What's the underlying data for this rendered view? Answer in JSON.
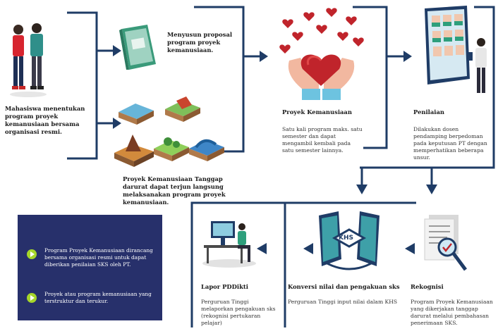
{
  "steps": {
    "student": {
      "caption": "Mahasiswa menentukan program proyek kemanusiaan bersama organisasi resmi."
    },
    "proposal": {
      "caption": "Menyusun proposal program proyek kemanusiaan."
    },
    "disaster": {
      "caption": "Proyek Kemanusiaan Tanggap darurat dapat terjun langsung melaksanakan program proyek kemanusiaan."
    },
    "project": {
      "title": "Proyek Kemanusiaan",
      "desc": "Satu kali program maks. satu semester dan dapat mengambil kembali pada satu semester lainnya."
    },
    "assessment": {
      "title": "Penilaian",
      "desc": "Dilakukan dosen pendamping berpedoman pada keputusan PT dengan memperhatikan beberapa unsur."
    },
    "recognition": {
      "title": "Rekognisi",
      "desc": "Program Proyek Kemanusiaan yang dikerjakan tanggap darurat melalui pembahasan penerimaan SKS."
    },
    "conversion": {
      "title": "Konversi nilai dan pengakuan sks",
      "desc": "Perguruan Tinggi input nilai dalam KHS",
      "badge": "KHS"
    },
    "report": {
      "title": "Lapor PDDikti",
      "desc": "Perguruan Tinggi melaporkan pengakuan sks (rekognisi pertukaran pelajar)"
    }
  },
  "info_panel": {
    "items": [
      "Program Proyek Kemanusiaan dirancang bersama organisasi resmi untuk dapat diberikan penilaian SKS oleh PT.",
      "Proyek atau program kemanusiaan yang terstruktur dan terukur."
    ]
  },
  "colors": {
    "navy": "#1f3c66",
    "panel": "#27306b",
    "accent": "#a6d62a",
    "heart": "#c0242b"
  }
}
